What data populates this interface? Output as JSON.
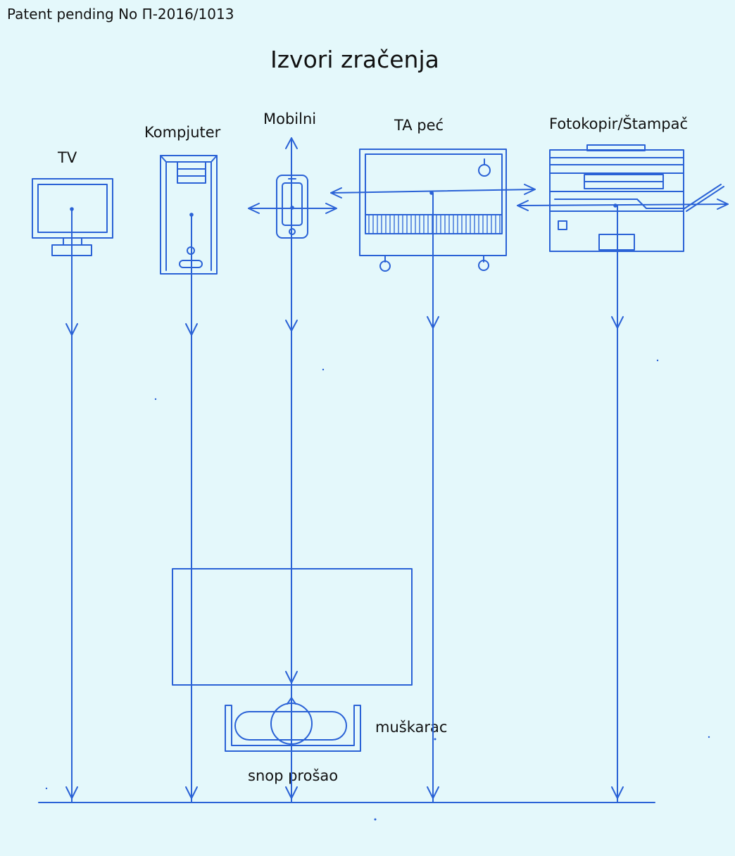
{
  "header": {
    "patent": "Patent pending No П-2016/1013",
    "title": "Izvori zračenja"
  },
  "sources": {
    "tv": "TV",
    "computer": "Kompjuter",
    "mobile": "Mobilni",
    "heater": "TA peć",
    "copier": "Fotokopir/Štampač"
  },
  "person": {
    "label": "muškarac",
    "beam": "snop prošao"
  },
  "colors": {
    "background": "#e4f8fb",
    "ink": "#2a62d6",
    "text": "#111111"
  }
}
